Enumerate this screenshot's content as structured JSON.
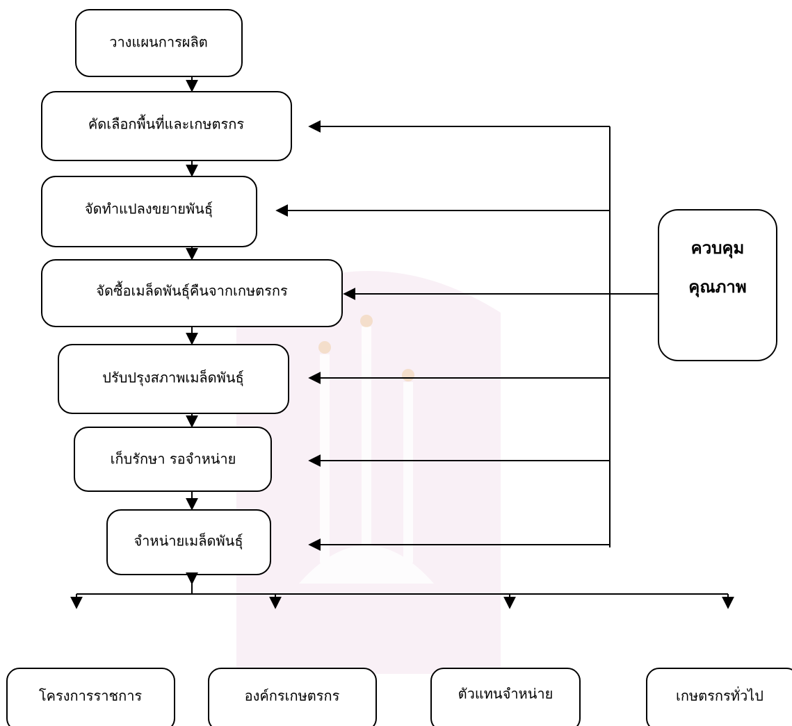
{
  "steps": [
    {
      "label": "วางแผนการผลิต"
    },
    {
      "label": "คัดเลือกพื้นที่และเกษตรกร"
    },
    {
      "label": "จัดทำแปลงขยายพันธุ์"
    },
    {
      "label": "จัดซื้อเมล็ดพันธุ์คืนจากเกษตรกร"
    },
    {
      "label": "ปรับปรุงสภาพเมล็ดพันธุ์"
    },
    {
      "label": "เก็บรักษา  รอจำหน่าย"
    },
    {
      "label": "จำหน่ายเมล็ดพันธุ์"
    }
  ],
  "quality_control": {
    "line1": "ควบคุม",
    "line2": "คุณภาพ"
  },
  "outputs": [
    {
      "label": "โครงการราชการ"
    },
    {
      "label": "องค์กรเกษตรกร"
    },
    {
      "label": "ตัวแทนจำหน่าย"
    },
    {
      "label": "เกษตรกรทั่วไป"
    }
  ],
  "colors": {
    "line": "#000000",
    "box_fill": "#ffffff",
    "watermark": "#c0549a",
    "watermark_accent": "#e8a64a"
  }
}
